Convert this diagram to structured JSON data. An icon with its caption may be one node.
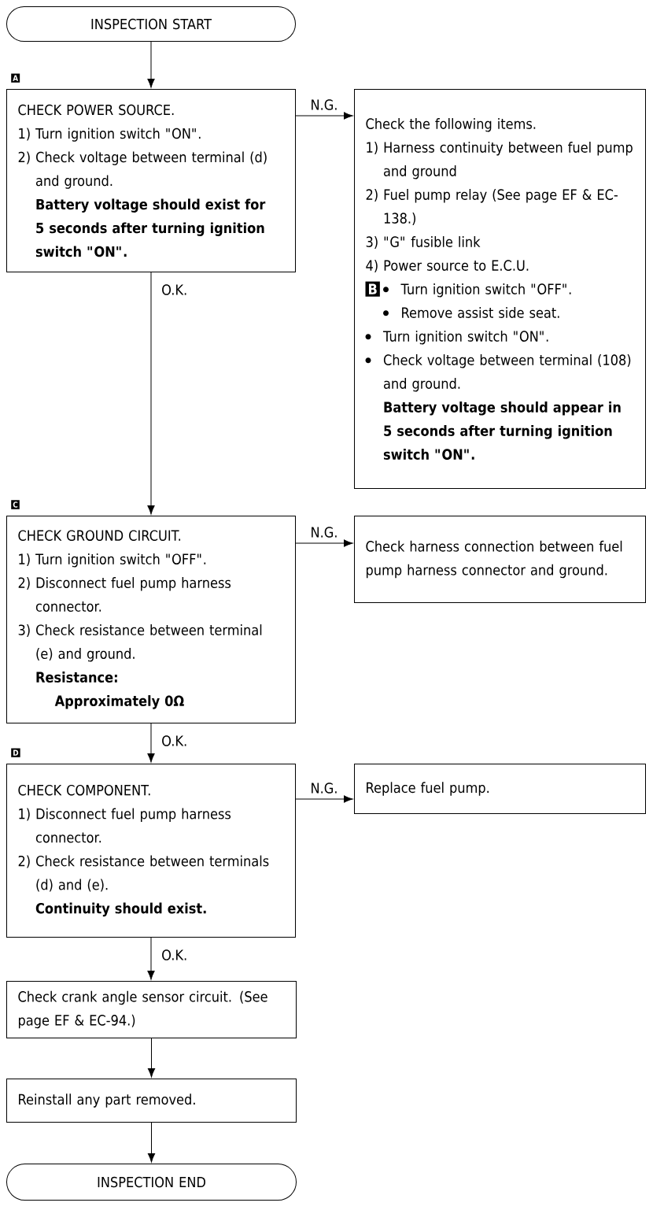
{
  "diagram": {
    "nodes": [
      {
        "text": [
          "INSPECTION START"
        ]
      },
      {
        "text": [
          "CHECK POWER SOURCE.",
          "1) Turn ignition switch \"ON\".",
          "2) Check voltage between terminal (d) and ground.",
          "Battery voltage should exist for 5 seconds after turning ignition switch \"ON\"."
        ],
        "beside": [
          "A"
        ]
      },
      {
        "text": [
          "Check the following items.",
          "1) Harness continuity between fuel pump and ground",
          "2) Fuel pump relay (See page EF & EC-138.)",
          "3) \"G\" fusible link",
          "4) Power source to E.C.U.",
          "B",
          "Turn ignition switch \"OFF\".",
          "Remove assist side seat.",
          "Turn ignition switch \"ON\".",
          "Check voltage between terminal (108) and ground.",
          "Battery voltage should appear in 5 seconds after turning ignition switch \"ON\"."
        ]
      },
      {
        "text": [
          "CHECK GROUND CIRCUIT.",
          "1) Turn ignition switch \"OFF\".",
          "2) Disconnect fuel pump harness connector.",
          "3) Check resistance between terminal (e) and ground.",
          "Resistance:",
          "Approximately 0Ω"
        ],
        "beside": [
          "C"
        ]
      },
      {
        "text": [
          "Check harness connection between fuel pump harness connector and ground."
        ]
      },
      {
        "text": [
          "CHECK COMPONENT.",
          "1) Disconnect fuel pump harness connector.",
          "2) Check resistance between terminals (d) and (e).",
          "Continuity should exist."
        ],
        "beside": [
          "D"
        ]
      },
      {
        "text": [
          "Replace fuel pump."
        ]
      },
      {
        "text": [
          "Check crank angle sensor circuit. (See page EF & EC-94.)"
        ]
      },
      {
        "text": [
          "Reinstall any part removed."
        ]
      },
      {
        "text": [
          "INSPECTION END"
        ]
      }
    ],
    "edges": [
      {
        "from": 0,
        "to": 1,
        "arrow": "to"
      },
      {
        "from": 1,
        "to": 2,
        "arrow": "to",
        "label": "N.G."
      },
      {
        "from": 1,
        "to": 3,
        "arrow": "to",
        "label": "O.K."
      },
      {
        "from": 3,
        "to": 4,
        "arrow": "to",
        "label": "N.G."
      },
      {
        "from": 3,
        "to": 5,
        "arrow": "to",
        "label": "O.K."
      },
      {
        "from": 5,
        "to": 6,
        "arrow": "to",
        "label": "N.G."
      },
      {
        "from": 5,
        "to": 7,
        "arrow": "to",
        "label": "O.K."
      },
      {
        "from": 7,
        "to": 8,
        "arrow": "to"
      },
      {
        "from": 8,
        "to": 9,
        "arrow": "to"
      }
    ]
  }
}
